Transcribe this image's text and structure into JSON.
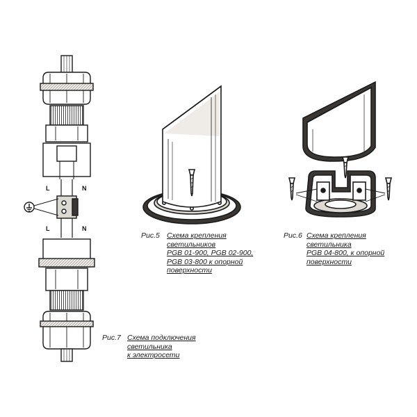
{
  "figures": {
    "fig5": {
      "label": "Рис.5",
      "caption": [
        "Схема крепления",
        "светильников",
        "PGB 01-900, PGB 02-900,",
        "PGB 03-800 к опорной",
        "поверхности"
      ]
    },
    "fig6": {
      "label": "Рис.6",
      "caption": [
        "Схема крепления",
        "светильника",
        "PGB 04-800, к опорной",
        "поверхности"
      ]
    },
    "fig7": {
      "label": "Рис.7",
      "caption": [
        "Схема подключения",
        "светильника",
        "к электросети"
      ]
    }
  },
  "wiring_labels": {
    "left_top": "L",
    "right_top": "N",
    "left_bottom": "L",
    "right_bottom": "N"
  },
  "colors": {
    "line": "#1a1a1a",
    "shade": "#dcd8d2",
    "dark": "#3a3633"
  }
}
